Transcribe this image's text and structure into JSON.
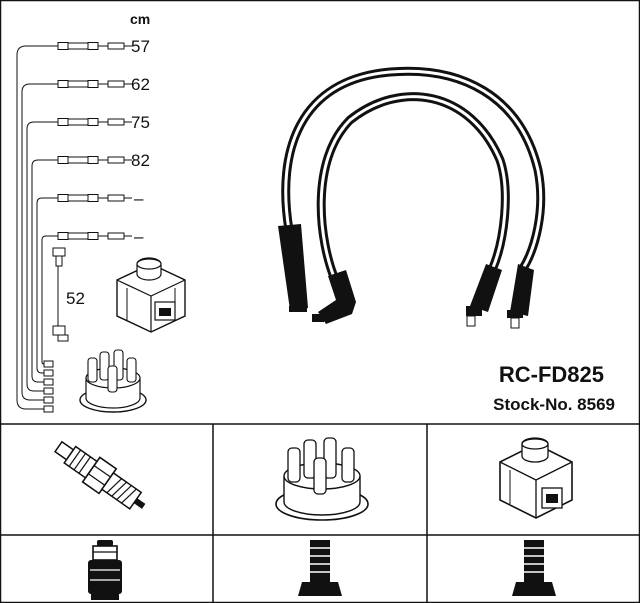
{
  "unit_label": "cm",
  "lengths": [
    "57",
    "62",
    "75",
    "82",
    "–",
    "–"
  ],
  "coil_lead_length": "52",
  "product": {
    "code": "RC-FD825",
    "stock": "Stock-No. 8569"
  },
  "components": {
    "top_row": [
      "spark-plug-icon",
      "distributor-cap-icon",
      "ignition-coil-icon"
    ],
    "bottom_row": [
      "plug-boot-icon",
      "cap-terminal-icon",
      "coil-terminal-icon"
    ]
  },
  "colors": {
    "line": "#111111",
    "background": "#ffffff"
  }
}
